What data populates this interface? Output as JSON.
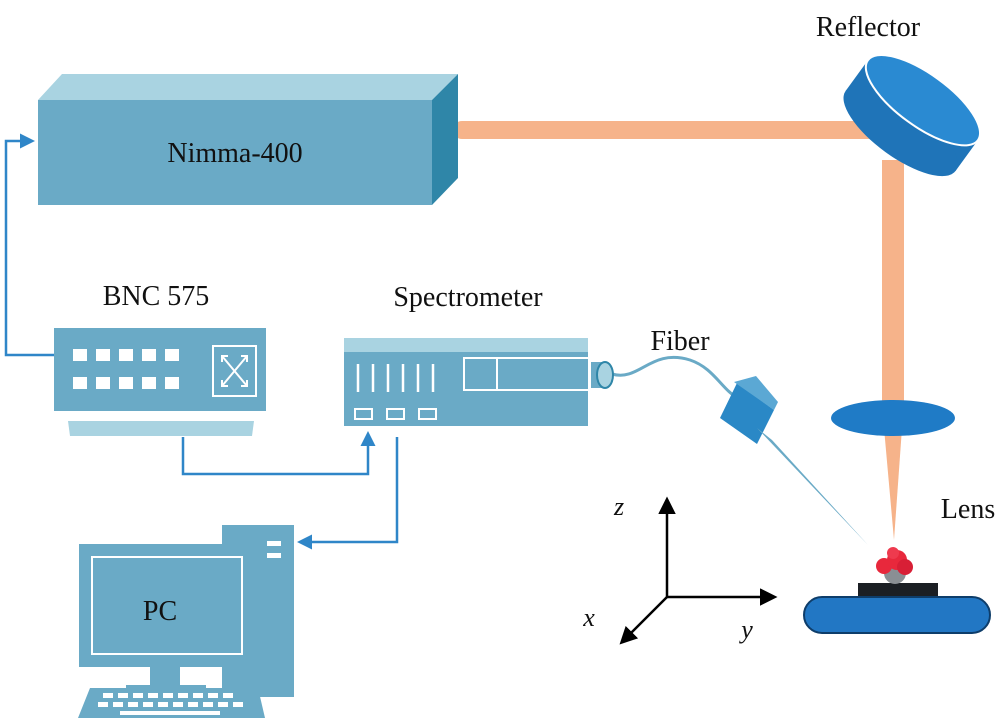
{
  "labels": {
    "laser": "Nimma-400",
    "reflector": "Reflector",
    "delay_generator": "BNC 575",
    "spectrometer": "Spectrometer",
    "fiber": "Fiber",
    "lens": "Lens",
    "computer": "PC"
  },
  "axes": {
    "x": "x",
    "y": "y",
    "z": "z"
  },
  "colors": {
    "device_face": "#6aaac6",
    "device_top": "#a9d3e1",
    "device_side": "#2f86a8",
    "laser_beam": "#f6b38a",
    "optics_blue": "#2a8ad2",
    "connection": "#2f86c8",
    "plasma": "#e8283c",
    "stage_plate": "#1b1f24"
  }
}
